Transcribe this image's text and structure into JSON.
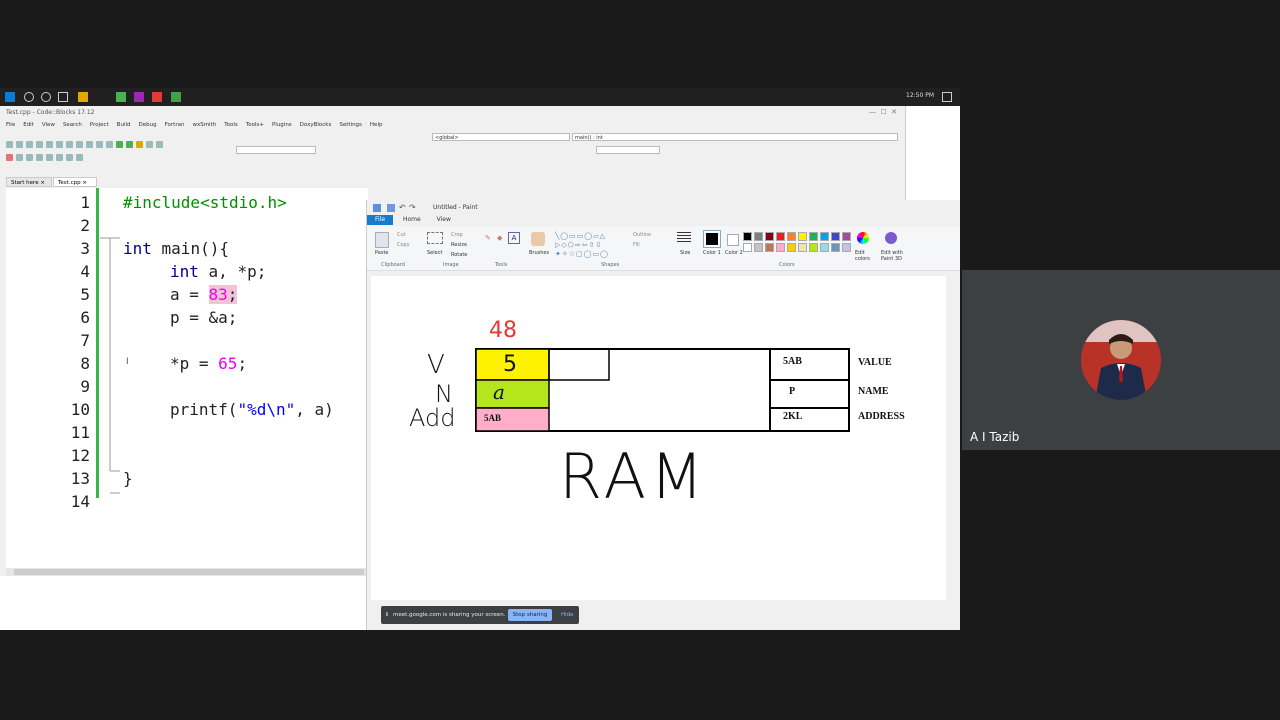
{
  "taskbar": {
    "clock": "12:50 PM"
  },
  "codeblocks": {
    "title": "Test.cpp - Code::Blocks 17.12",
    "menu": [
      "File",
      "Edit",
      "View",
      "Search",
      "Project",
      "Build",
      "Debug",
      "Fortran",
      "wxSmith",
      "Tools",
      "Tools+",
      "Plugins",
      "DoxyBlocks",
      "Settings",
      "Help"
    ],
    "scope_combo": "<global>",
    "function_combo": "main() : int",
    "tabs": [
      "Start here",
      "Test.cpp"
    ],
    "line_numbers": [
      "1",
      "2",
      "3",
      "4",
      "5",
      "6",
      "7",
      "8",
      "9",
      "10",
      "11",
      "12",
      "13",
      "14"
    ],
    "code": {
      "l1": "#include<stdio.h>",
      "l3_kw": "int",
      "l3_rest": " main(){",
      "l4_kw": "int",
      "l4_rest": " a, *p;",
      "l5_pre": "a = ",
      "l5_num": "83",
      "l5_post": ";",
      "l6": "p = &a;",
      "l8_pre": "*p = ",
      "l8_num": "65",
      "l8_post": ";",
      "l10_pre": "printf(",
      "l10_str": "\"%d\\n\"",
      "l10_post": ", a)",
      "l13": "}"
    }
  },
  "paint": {
    "title": "Untitled - Paint",
    "file_tab": "File",
    "tabs": [
      "Home",
      "View"
    ],
    "groups": [
      "Clipboard",
      "Image",
      "Tools",
      "Shapes",
      "Colors"
    ],
    "buttons": {
      "paste": "Paste",
      "cut": "Cut",
      "copy": "Copy",
      "select": "Select",
      "crop": "Crop",
      "resize": "Resize",
      "rotate": "Rotate",
      "brushes": "Brushes",
      "outline": "Outline",
      "fill": "Fill",
      "size": "Size",
      "color1": "Color 1",
      "color2": "Color 2",
      "edit_colors": "Edit colors",
      "edit_paint3d": "Edit with Paint 3D"
    },
    "palette": [
      "#000000",
      "#7f7f7f",
      "#880015",
      "#ed1c24",
      "#ff7f27",
      "#fff200",
      "#22b14c",
      "#00a2e8",
      "#3f48cc",
      "#a349a4",
      "#ffffff",
      "#c3c3c3",
      "#b97a57",
      "#ffaec9",
      "#ffc90e",
      "#efe4b0",
      "#b5e61d",
      "#99d9ea",
      "#7092be",
      "#c8bfe7"
    ],
    "drawing": {
      "cell_value": "5",
      "cell_name": "a",
      "cell_address": "5AB",
      "annotation_overwrite": "48",
      "row_labels_handwritten": [
        "V",
        "N",
        "Add"
      ],
      "ram_label": "RAM",
      "legend_boxes": [
        "5AB",
        "P",
        "2KL"
      ],
      "legend_labels": [
        "VALUE",
        "NAME",
        "ADDRESS"
      ]
    }
  },
  "share_bar": {
    "text": "meet.google.com is sharing your screen.",
    "stop": "Stop sharing",
    "hide": "Hide"
  },
  "participant": {
    "name": "A I Tazib"
  }
}
